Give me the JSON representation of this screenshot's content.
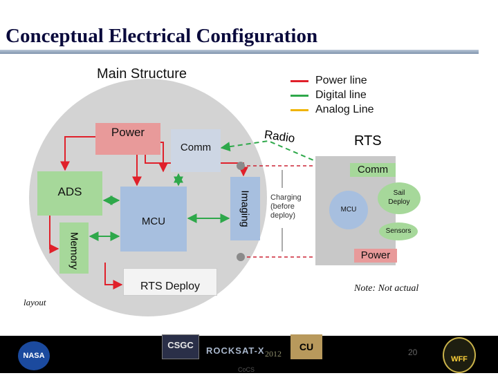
{
  "title": "Conceptual Electrical Configuration",
  "main_structure_label": "Main Structure",
  "legend": [
    {
      "label": "Power line",
      "color": "#e0202a"
    },
    {
      "label": "Digital line",
      "color": "#2ea84a"
    },
    {
      "label": "Analog Line",
      "color": "#f0b400"
    }
  ],
  "main": {
    "power": "Power",
    "comm": "Comm",
    "ads": "ADS",
    "mcu": "MCU",
    "imaging": "Imaging",
    "memory": "Memory",
    "rts_deploy": "RTS Deploy"
  },
  "radio_label": "Radio",
  "rts": {
    "title": "RTS",
    "comm": "Comm",
    "mcu": "MCU",
    "sail_deploy": [
      "Sail",
      "Deploy"
    ],
    "sensors": "Sensors",
    "power": "Power"
  },
  "charging_note": [
    "Charging",
    "(before",
    "deploy)"
  ],
  "note": "Note: Not actual",
  "layout_word": "layout",
  "footer": {
    "year": "2012",
    "page_number": "20",
    "cosgc": "CoCS"
  },
  "logos": {
    "nasa": "NASA",
    "csgc": "CSGC",
    "rocksat": "ROCKSAT-X",
    "cu": "CU",
    "wff": "WFF"
  },
  "colors": {
    "power_box": "#e89a9a",
    "digital_box": "#a6d89a",
    "processor_box": "#a7bfdf",
    "main_structure_circle": "#d3d3d3",
    "rts_panel": "#c8c8c8"
  }
}
